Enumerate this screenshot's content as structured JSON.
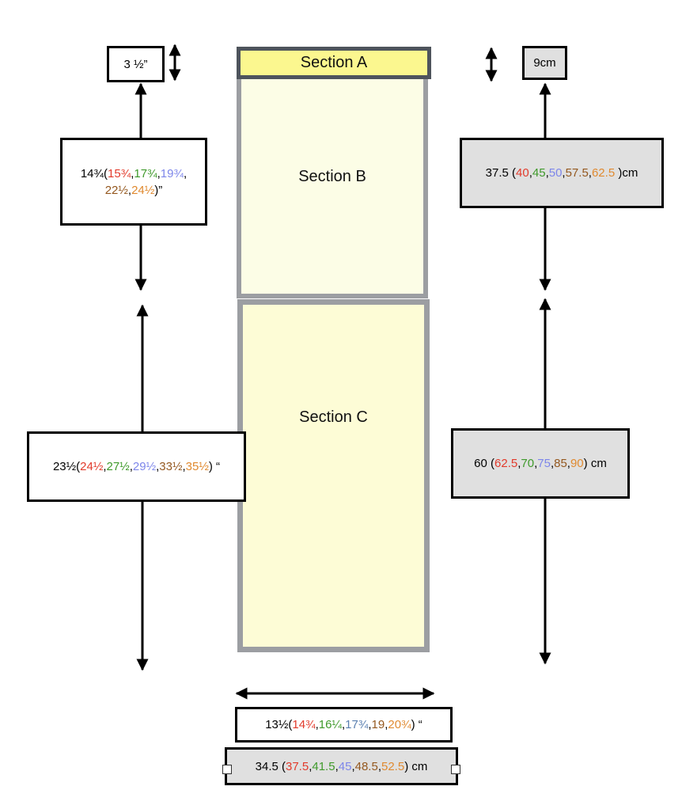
{
  "sections": {
    "a": "Section A",
    "b": "Section B",
    "c": "Section C"
  },
  "labels": {
    "left_a": "3 ½”",
    "right_a": "9cm",
    "left_b": {
      "base": "14¾(",
      "v1": "15¾",
      "v2": "17¾",
      "v3": "19¾",
      "v4": "22½",
      "v5": "24½",
      "end": ")”"
    },
    "right_b": {
      "base": "37.5 (",
      "v1": "40",
      "v2": "45",
      "v3": "50",
      "v4": "57.5",
      "v5": "62.5",
      "end": " )cm"
    },
    "left_c": {
      "base": "23½(",
      "v1": "24½",
      "v2": "27½",
      "v3": "29½",
      "v4": "33½",
      "v5": "35½",
      "end": ") “"
    },
    "right_c": {
      "base": "60 (",
      "v1": "62.5",
      "v2": "70",
      "v3": "75",
      "v4": "85",
      "v5": "90",
      "end": ") cm"
    },
    "bottom_in": {
      "base": "13½(",
      "v1": "14¾",
      "v2": "16¼",
      "v3": "17¾",
      "v4": "19",
      "v5": "20¾",
      "end": ") “"
    },
    "bottom_cm": {
      "base": "34.5 (",
      "v1": "37.5",
      "v2": "41.5",
      "v3": "45",
      "v4": "48.5",
      "v5": "52.5",
      "end": ") cm"
    }
  },
  "colors": {
    "size1": "#e23a2b",
    "size2": "#3f9a2b",
    "size3": "#7d86ea",
    "size4": "#94581f",
    "size5": "#e08a30"
  }
}
